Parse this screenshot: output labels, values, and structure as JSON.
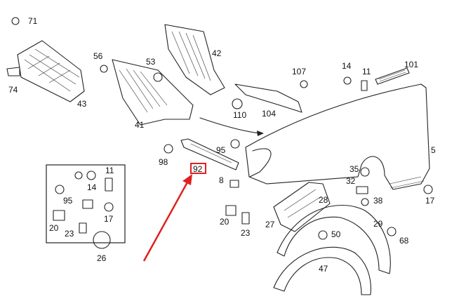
{
  "highlight_color": "#e02020",
  "highlighted_part": "92",
  "callouts": {
    "c71": "71",
    "c74": "74",
    "c43": "43",
    "c56": "56",
    "c53": "53",
    "c42": "42",
    "c41": "41",
    "c110": "110",
    "c104": "104",
    "c107": "107",
    "c14a": "14",
    "c11a": "11",
    "c101": "101",
    "c5": "5",
    "c95a": "95",
    "c98": "98",
    "c92": "92",
    "c8": "8",
    "c11b": "11",
    "c14b": "14",
    "c95b": "95",
    "c17a": "17",
    "c20a": "20",
    "c23a": "23",
    "c26": "26",
    "c35": "35",
    "c32": "32",
    "c38": "38",
    "c17b": "17",
    "c28": "28",
    "c27": "27",
    "c20b": "20",
    "c23b": "23",
    "c50": "50",
    "c29": "29",
    "c68": "68",
    "c47": "47"
  }
}
